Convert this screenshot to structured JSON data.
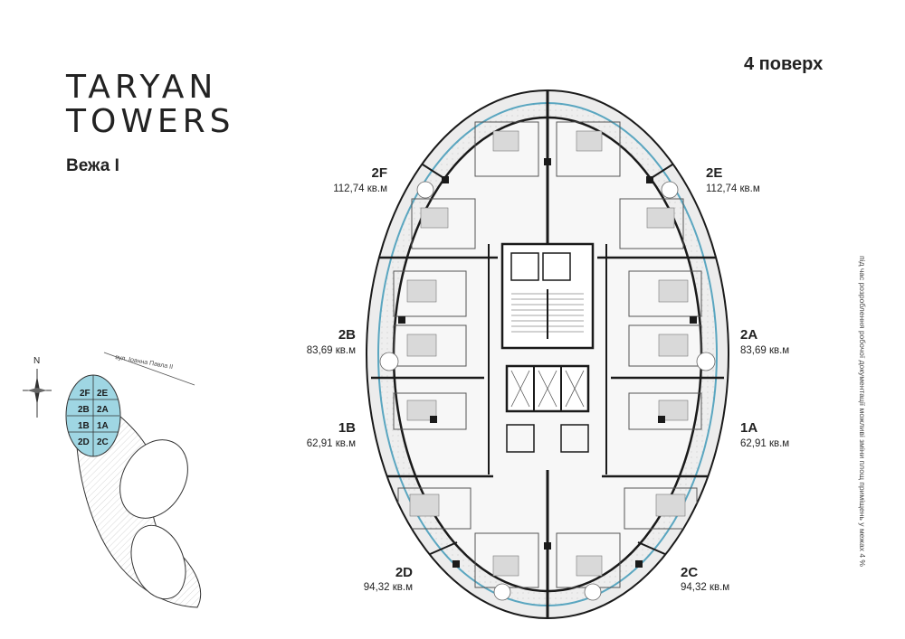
{
  "brand": {
    "line1": "TARYAN",
    "line2": "TOWERS",
    "tower": "Вежа I"
  },
  "floor": "4 поверх",
  "note": "під час розроблення робочої документації можливі зміни площ приміщень у межах 4 %",
  "site_plan": {
    "north": "N",
    "street": "вул. Іоанна Павла II",
    "cells": [
      "2F",
      "2E",
      "2B",
      "2A",
      "1B",
      "1A",
      "2D",
      "2C"
    ]
  },
  "units": [
    {
      "id": "2F",
      "area": "112,74 кв.м"
    },
    {
      "id": "2E",
      "area": "112,74 кв.м"
    },
    {
      "id": "2B",
      "area": "83,69 кв.м"
    },
    {
      "id": "2A",
      "area": "83,69 кв.м"
    },
    {
      "id": "1B",
      "area": "62,91 кв.м"
    },
    {
      "id": "1A",
      "area": "62,91 кв.м"
    },
    {
      "id": "2D",
      "area": "94,32 кв.м"
    },
    {
      "id": "2C",
      "area": "94,32 кв.м"
    }
  ],
  "colors": {
    "accent_blue": "#9fd6e3",
    "glass_blue": "#5aa6c0",
    "wall": "#1a1a1a"
  }
}
